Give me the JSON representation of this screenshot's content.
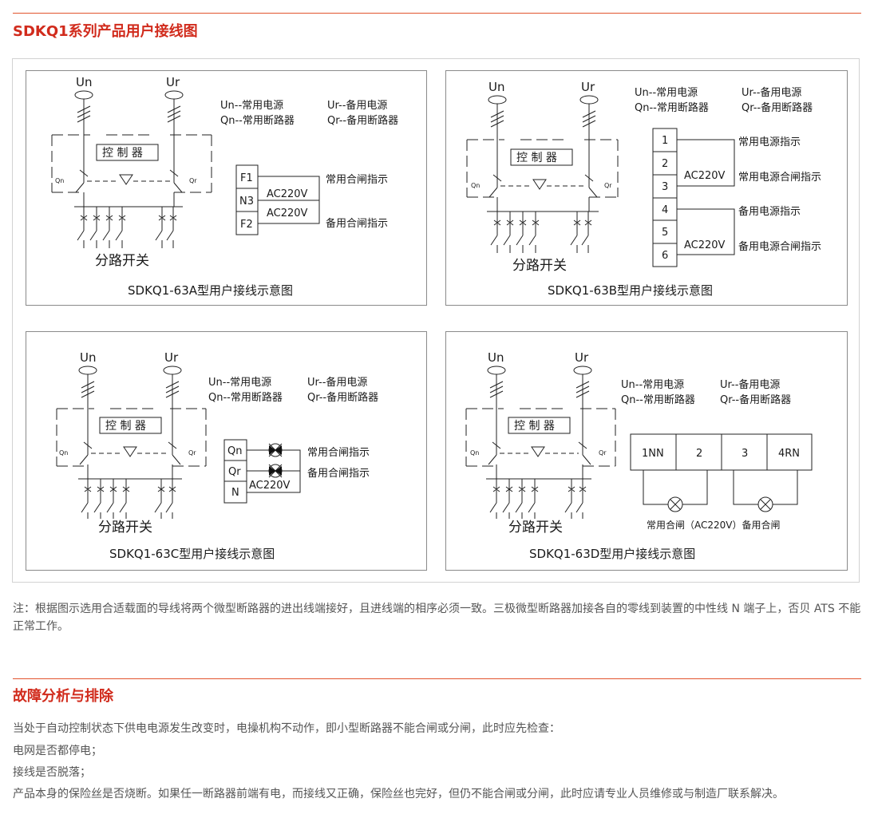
{
  "section1": {
    "title": "SDKQ1系列产品用户接线图"
  },
  "panels": [
    {
      "id": "a",
      "un_label": "Un",
      "ur_label": "Ur",
      "controller": "控 制 器",
      "qn": "Qn",
      "qr": "Qr",
      "branch_label": "分路开关",
      "caption": "SDKQ1-63A型用户接线示意图",
      "legend": [
        "Un--常用电源",
        "Ur--备用电源",
        "Qn--常用断路器",
        "Qr--备用断路器"
      ],
      "terminals": [
        "F1",
        "N3",
        "F2"
      ],
      "voltages": [
        "AC220V",
        "AC220V"
      ],
      "indicators": [
        "常用合闸指示",
        "备用合闸指示"
      ]
    },
    {
      "id": "b",
      "un_label": "Un",
      "ur_label": "Ur",
      "controller": "控 制 器",
      "qn": "Qn",
      "qr": "Qr",
      "branch_label": "分路开关",
      "caption": "SDKQ1-63B型用户接线示意图",
      "legend": [
        "Un--常用电源",
        "Ur--备用电源",
        "Qn--常用断路器",
        "Qr--备用断路器"
      ],
      "terminals": [
        "1",
        "2",
        "3",
        "4",
        "5",
        "6"
      ],
      "voltages": [
        "AC220V",
        "AC220V"
      ],
      "indicators": [
        "常用电源指示",
        "常用电源合闸指示",
        "备用电源指示",
        "备用电源合闸指示"
      ]
    },
    {
      "id": "c",
      "un_label": "Un",
      "ur_label": "Ur",
      "controller": "控 制 器",
      "qn": "Qn",
      "qr": "Qr",
      "branch_label": "分路开关",
      "caption": "SDKQ1-63C型用户接线示意图",
      "legend": [
        "Un--常用电源",
        "Ur--备用电源",
        "Qn--常用断路器",
        "Qr--备用断路器"
      ],
      "terminals": [
        "Qn",
        "Qr",
        "N"
      ],
      "voltages": [
        "AC220V"
      ],
      "indicators": [
        "常用合闸指示",
        "备用合闸指示"
      ]
    },
    {
      "id": "d",
      "un_label": "Un",
      "ur_label": "Ur",
      "controller": "控 制 器",
      "qn": "Qn",
      "qr": "Qr",
      "branch_label": "分路开关",
      "caption": "SDKQ1-63D型用户接线示意图",
      "legend": [
        "Un--常用电源",
        "Ur--备用电源",
        "Qn--常用断路器",
        "Qr--备用断路器"
      ],
      "terminals": [
        "1NN",
        "2",
        "3",
        "4RN"
      ],
      "bottom_text": "常用合闸（AC220V）备用合闸"
    }
  ],
  "note": "注：根据图示选用合适载面的导线将两个微型断路器的进出线端接好，且进线端的相序必须一致。三极微型断路器加接各自的零线到装置的中性线 N 端子上，否贝 ATS 不能正常工作。",
  "section2": {
    "title": "故障分析与排除",
    "lines": [
      "当处于自动控制状态下供电电源发生改变时，电操机构不动作，即小型断路器不能合闸或分闸，此时应先检查：",
      "电网是否都停电；",
      "接线是否脱落；",
      "产品本身的保险丝是否烧断。如果任一断路器前端有电，而接线又正确，保险丝也完好，但仍不能合闸或分闸，此时应请专业人员维修或与制造厂联系解决。"
    ]
  }
}
